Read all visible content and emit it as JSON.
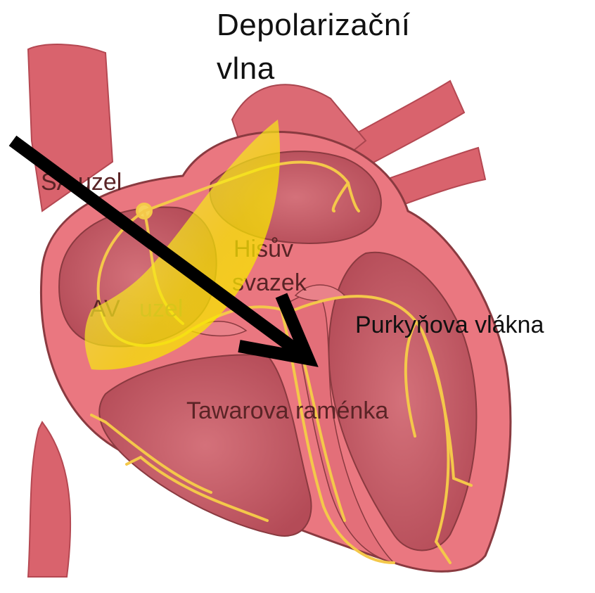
{
  "title": {
    "line1": "Depolarizační",
    "line2": "vlna"
  },
  "labels": {
    "sa_node": "SA uzel",
    "his_bundle_l1": "Hisův",
    "his_bundle_l2": "svazek",
    "av_node_a": "AV",
    "av_node_b": "uzel",
    "purkinje": "Purkyňova vlákna",
    "bundle_branches": "Tawarova raménka"
  },
  "colors": {
    "heart_wall": "#e8707a",
    "heart_outline": "#8a3a40",
    "chamber": "#c25863",
    "vessel": "#d85d68",
    "conduction": "#f4c84a",
    "wave": "#f5e800",
    "arrow": "#000000"
  }
}
